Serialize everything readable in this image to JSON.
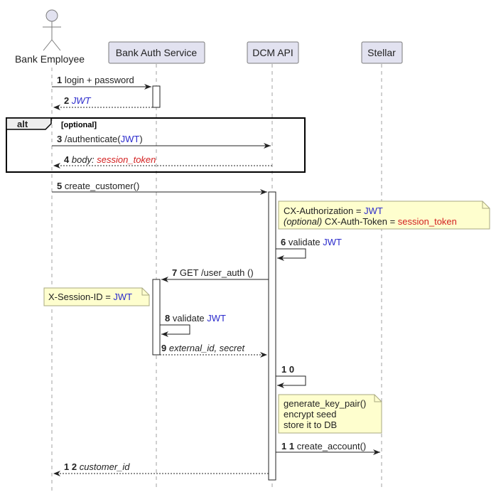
{
  "participants": [
    {
      "id": "employee",
      "label": "Bank Employee",
      "type": "actor"
    },
    {
      "id": "bankauth",
      "label": "Bank Auth Service",
      "type": "participant"
    },
    {
      "id": "dcm",
      "label": "DCM API",
      "type": "participant"
    },
    {
      "id": "stellar",
      "label": "Stellar",
      "type": "participant"
    }
  ],
  "alt_frame": {
    "keyword": "alt",
    "condition": "[optional]"
  },
  "messages": [
    {
      "num": "1",
      "parts": [
        {
          "t": " login + password"
        }
      ]
    },
    {
      "num": "2",
      "parts": [
        {
          "t": " "
        },
        {
          "t": "JWT",
          "style": "jwt ital"
        }
      ]
    },
    {
      "num": "3",
      "parts": [
        {
          "t": " /authenticate("
        },
        {
          "t": "JWT",
          "style": "jwt"
        },
        {
          "t": ")"
        }
      ]
    },
    {
      "num": "4",
      "parts": [
        {
          "t": " "
        },
        {
          "t": "body: ",
          "style": "ital"
        },
        {
          "t": "session_token",
          "style": "tok ital"
        }
      ]
    },
    {
      "num": "5",
      "parts": [
        {
          "t": " create_customer()"
        }
      ]
    },
    {
      "num": "6",
      "parts": [
        {
          "t": " validate "
        },
        {
          "t": "JWT",
          "style": "jwt"
        }
      ]
    },
    {
      "num": "7",
      "parts": [
        {
          "t": " GET /user_auth ()"
        }
      ]
    },
    {
      "num": "8",
      "parts": [
        {
          "t": " validate "
        },
        {
          "t": "JWT",
          "style": "jwt"
        }
      ]
    },
    {
      "num": "9",
      "parts": [
        {
          "t": " "
        },
        {
          "t": "external_id, secret",
          "style": "ital"
        }
      ]
    },
    {
      "num": "1 0",
      "parts": []
    },
    {
      "num": "1 1",
      "parts": [
        {
          "t": " create_account()"
        }
      ]
    },
    {
      "num": "1 2",
      "parts": [
        {
          "t": " "
        },
        {
          "t": "customer_id",
          "style": "ital"
        }
      ]
    }
  ],
  "notes": {
    "headers": [
      [
        {
          "t": "CX-Authorization = "
        },
        {
          "t": "JWT",
          "style": "jwt"
        }
      ],
      [
        {
          "t": "(optional)",
          "style": "ital"
        },
        {
          "t": " CX-Auth-Token = "
        },
        {
          "t": "session_token",
          "style": "tok"
        }
      ]
    ],
    "session": [
      [
        {
          "t": "X-Session-ID = "
        },
        {
          "t": "JWT",
          "style": "jwt"
        }
      ]
    ],
    "keypair": [
      [
        {
          "t": "generate_key_pair()"
        }
      ],
      [
        {
          "t": "encrypt seed"
        }
      ],
      [
        {
          "t": "store it to DB"
        }
      ]
    ]
  }
}
